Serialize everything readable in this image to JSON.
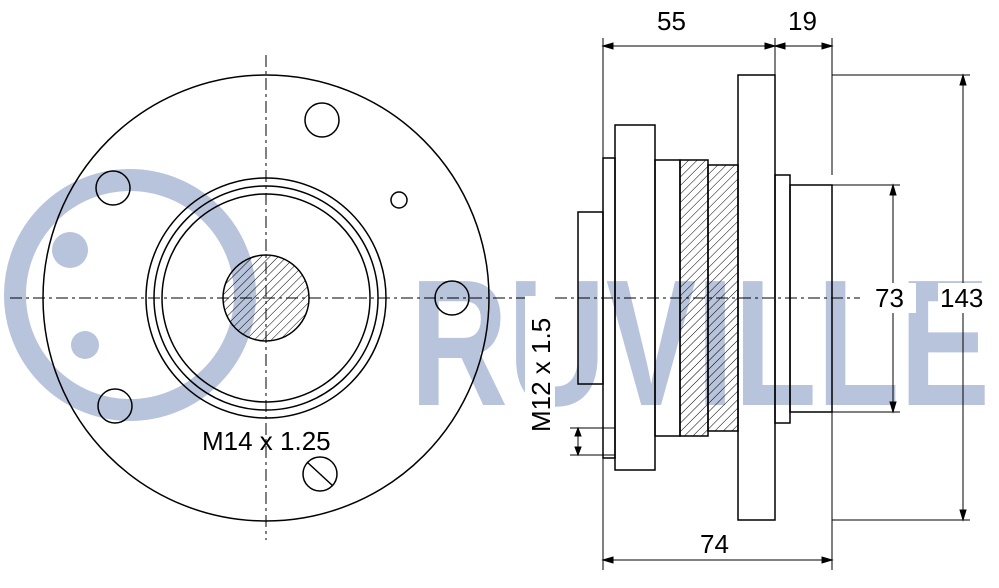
{
  "watermark": {
    "text": "RUVILLE",
    "color": "#b8c4dc"
  },
  "front_view": {
    "thread_label": "M14 x 1.25"
  },
  "side_view": {
    "thread_label": "M12 x 1.5"
  },
  "dimensions": {
    "top_left": "55",
    "top_right": "19",
    "right_inner": "73",
    "right_outer": "143",
    "bottom": "74"
  },
  "colors": {
    "line": "#000000",
    "watermark": "#b8c4dc",
    "background": "#ffffff"
  }
}
